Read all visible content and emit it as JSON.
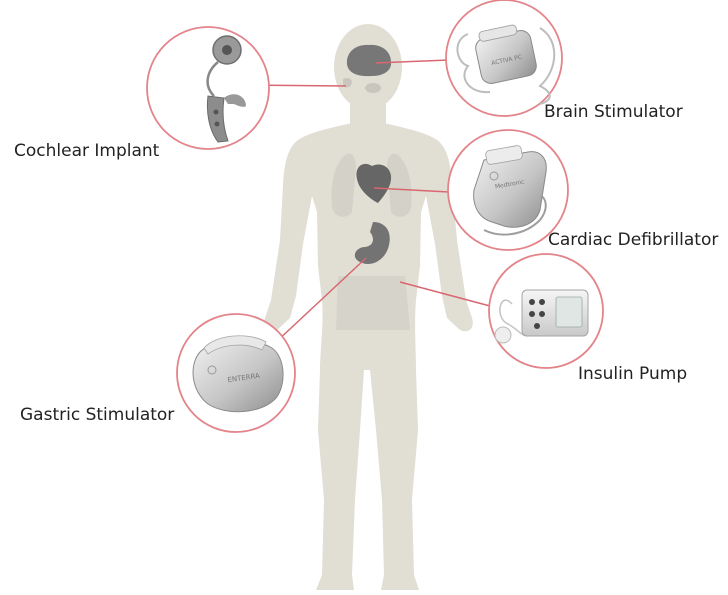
{
  "labels": {
    "cochlear": "Cochlear Implant",
    "brain": "Brain Stimulator",
    "cardiac": "Cardiac Defibrillator",
    "insulin": "Insulin Pump",
    "gastric": "Gastric Stimulator"
  },
  "device_texts": {
    "brain": "ACTIVA PC",
    "cardiac": "Medtronic",
    "gastric": "ENTERRA"
  },
  "colors": {
    "body": "#e1ded4",
    "organ": "#c9c6bd",
    "organ_dark": "#6b6b6b",
    "callout_ring": "#e3848a",
    "connector": "#d9676f",
    "device_metal": "#b9b9b9",
    "text": "#222222"
  }
}
